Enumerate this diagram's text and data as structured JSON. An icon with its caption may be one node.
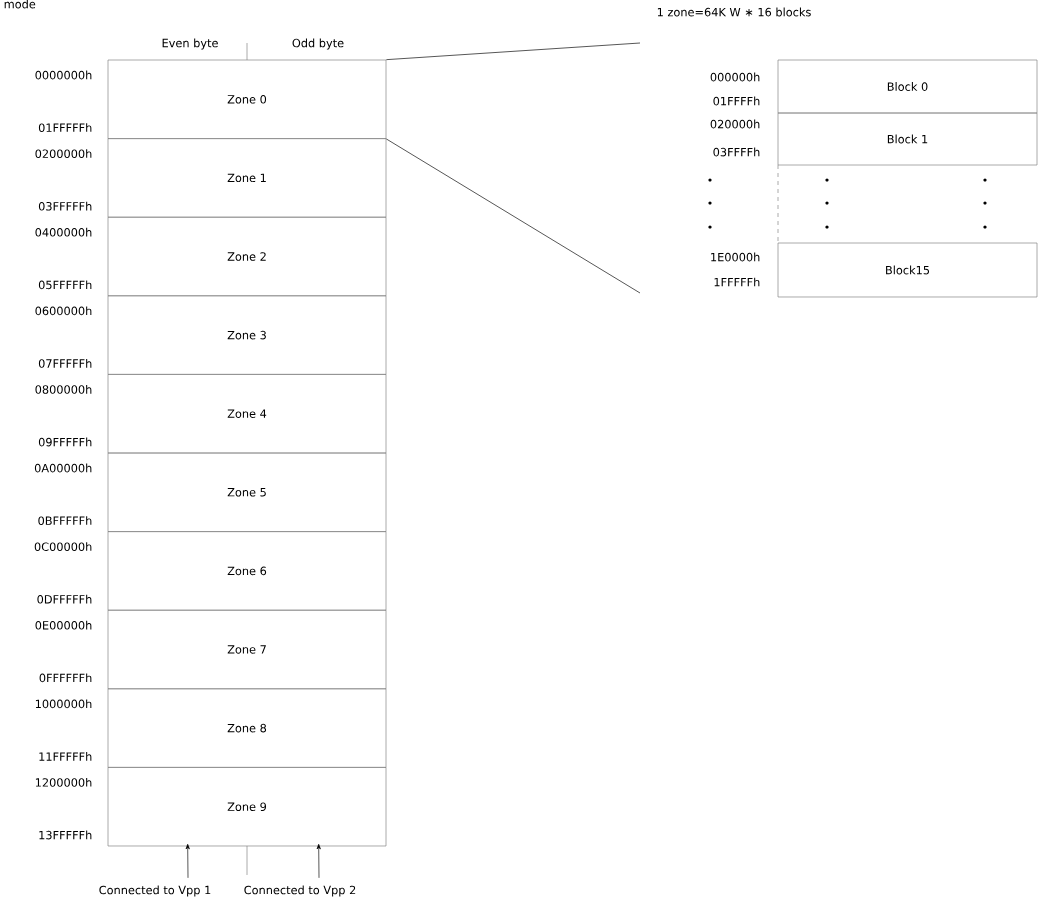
{
  "diagram": {
    "nodes": [
      {
        "text": [
          "Zone 0"
        ]
      },
      {
        "text": [
          "Zone 1"
        ]
      },
      {
        "text": [
          "Zone 2"
        ]
      },
      {
        "text": [
          "Zone 3"
        ]
      },
      {
        "text": [
          "Zone 4"
        ]
      },
      {
        "text": [
          "Zone 5"
        ]
      },
      {
        "text": [
          "Zone 6"
        ]
      },
      {
        "text": [
          "Zone 7"
        ]
      },
      {
        "text": [
          "Zone 8"
        ]
      },
      {
        "text": [
          "Zone 9"
        ]
      },
      {
        "text": [
          "Block 0"
        ]
      },
      {
        "text": [
          "Block 1"
        ]
      },
      {
        "text": [
          "Block15"
        ]
      },
      {
        "text": [
          "Connected to Vpp 1"
        ]
      },
      {
        "text": [
          "Connected to Vpp 2"
        ]
      }
    ],
    "edges": [
      {
        "from": 0,
        "to": null,
        "arrow": "none"
      },
      {
        "from": 0,
        "to": null,
        "arrow": "none"
      },
      {
        "from": 13,
        "to": 9,
        "arrow": "to"
      },
      {
        "from": 14,
        "to": 9,
        "arrow": "to"
      }
    ],
    "labels": [
      "mode",
      "1 zone=64K W ∗ 16 blocks",
      "Even byte",
      "Odd byte",
      "0000000h",
      "01FFFFFh",
      "0200000h",
      "03FFFFFh",
      "0400000h",
      "05FFFFFh",
      "0600000h",
      "07FFFFFh",
      "0800000h",
      "09FFFFFh",
      "0A00000h",
      "0BFFFFFh",
      "0C00000h",
      "0DFFFFFh",
      "0E00000h",
      "0FFFFFFh",
      "1000000h",
      "11FFFFFh",
      "1200000h",
      "13FFFFFh",
      "000000h",
      "01FFFFh",
      "020000h",
      "03FFFFh",
      "1E0000h",
      "1FFFFFh"
    ]
  }
}
